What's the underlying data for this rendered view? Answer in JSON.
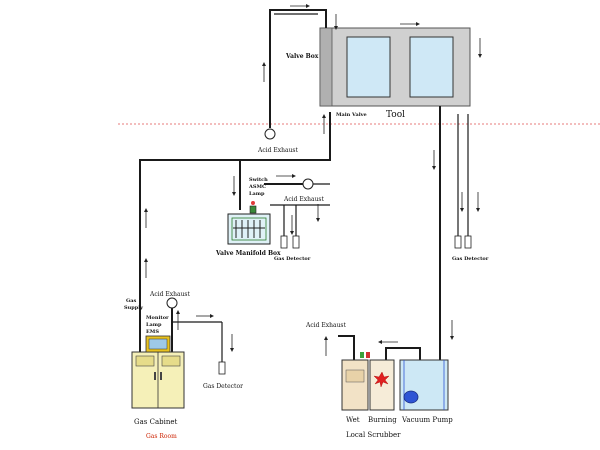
{
  "labels": {
    "valve_box": "Valve Box",
    "tool": "Tool",
    "main_valve": "Main Valve",
    "acid_exhaust_top": "Acid Exhaust",
    "switch_lamp": "Switch",
    "asmc_lamp": "ASMC",
    "lamp": "Lamp",
    "acid_exhaust_vmb": "Acid Exhaust",
    "valve_manifold_box": "Valve Manifold Box",
    "gas_detector_vmb": "Gas Detector",
    "gas_detector_right": "Gas Detector",
    "gas_supply_1": "Gas",
    "gas_supply_2": "Supply",
    "acid_exhaust_cabinet": "Acid Exhaust",
    "monitor": "Monitor",
    "lamp_cabinet": "Lamp",
    "ems": "EMS",
    "gas_detector_cabinet": "Gas Detector",
    "gas_cabinet": "Gas Cabinet",
    "gas_room": "Gas Room",
    "acid_exhaust_scrubber": "Acid Exhaust",
    "wet": "Wet",
    "burning": "Burning",
    "vacuum_pump": "Vacuum Pump",
    "local_scrubber": "Local Scrubber"
  },
  "colors": {
    "pipe": "#1a1a1a",
    "tool_frame": "#d0d0d0",
    "tool_window": "#cfe8f6",
    "tool_valve_strip": "#b0b0b0",
    "boundary_line": "#e05050",
    "gas_room_text": "#cc2200",
    "cabinet_body": "#f5f0b8",
    "monitor_screen": "#9ec9e8",
    "monitor_frame": "#e8c21f",
    "wet_tank": "#f2e2c6",
    "burning_tank": "#f6ecd8",
    "burning_star": "#e02020",
    "vacuum_tank": "#cde8f5",
    "vacuum_pump_body": "#2f55d4",
    "vmb_fill": "#dff1f7"
  },
  "icons": [
    "flame-star-icon",
    "pump-icon",
    "lamp-icon",
    "gas-detector-icon"
  ]
}
